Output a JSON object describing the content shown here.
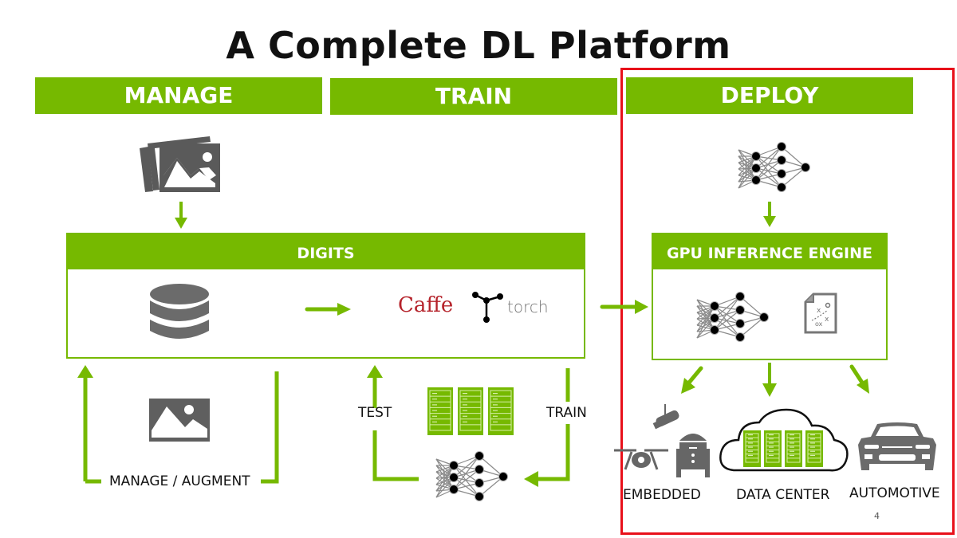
{
  "slide": {
    "title": "A Complete DL Platform",
    "page_number": "4"
  },
  "colors": {
    "accent_green": "#76b900",
    "highlight_red": "#e8101a",
    "icon_gray": "#666666",
    "caffe_red": "#b5232b"
  },
  "phases": [
    {
      "label": "MANAGE"
    },
    {
      "label": "TRAIN"
    },
    {
      "label": "DEPLOY"
    }
  ],
  "digits_panel": {
    "title": "DIGITS",
    "frameworks": {
      "caffe": "Caffe",
      "torch": "torch"
    }
  },
  "inference_panel": {
    "title": "GPU INFERENCE ENGINE"
  },
  "loops": {
    "manage_augment": "MANAGE / AUGMENT",
    "test": "TEST",
    "train": "TRAIN"
  },
  "targets": [
    {
      "label": "EMBEDDED",
      "icon": "embedded-devices-icon"
    },
    {
      "label": "DATA CENTER",
      "icon": "cloud-datacenter-icon"
    },
    {
      "label": "AUTOMOTIVE",
      "icon": "car-icon"
    }
  ]
}
